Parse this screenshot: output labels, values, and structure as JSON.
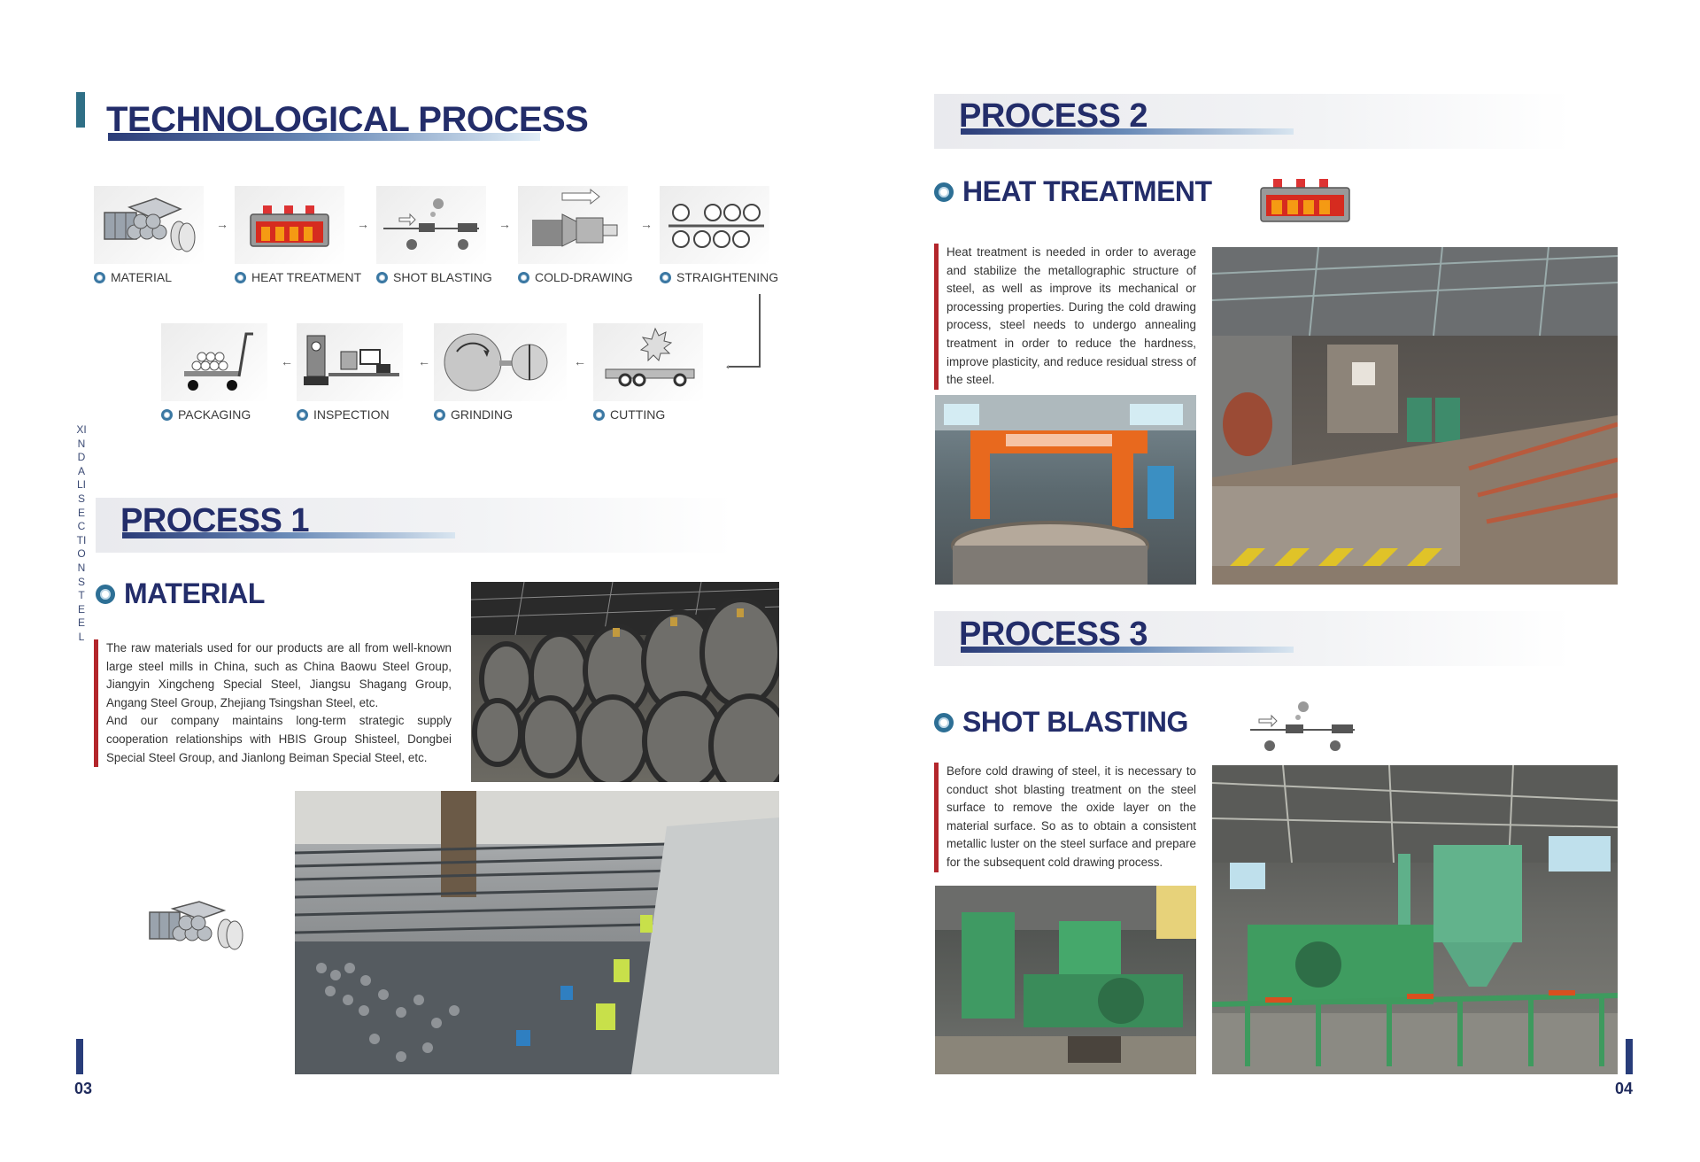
{
  "left_page": {
    "title": "TECHNOLOGICAL PROCESS",
    "flow_steps": [
      {
        "label": "MATERIAL",
        "icon": "steel-bars-icon"
      },
      {
        "label": "HEAT TREATMENT",
        "icon": "furnace-icon"
      },
      {
        "label": "SHOT BLASTING",
        "icon": "shot-blasting-icon"
      },
      {
        "label": "COLD-DRAWING",
        "icon": "cold-drawing-icon"
      },
      {
        "label": "STRAIGHTENING",
        "icon": "straightening-rollers-icon"
      },
      {
        "label": "CUTTING",
        "icon": "cutting-saw-icon"
      },
      {
        "label": "GRINDING",
        "icon": "grinding-wheels-icon"
      },
      {
        "label": "INSPECTION",
        "icon": "inspection-equipment-icon"
      },
      {
        "label": "PACKAGING",
        "icon": "packaging-cart-icon"
      }
    ],
    "side_label": "XINDALI SECTION STEEL",
    "process1": {
      "banner": "PROCESS 1",
      "heading": "MATERIAL",
      "paragraph1": "The raw materials used for our products are all from well-known large steel mills in China, such as China Baowu Steel Group, Jiangyin Xingcheng Special Steel, Jiangsu Shagang Group, Angang Steel Group, Zhejiang Tsingshan Steel, etc.",
      "paragraph2": "And our company maintains long-term strategic supply cooperation relationships with HBIS Group Shisteel, Dongbei Special Steel Group, and Jianlong Beiman Special Steel, etc."
    },
    "page_number": "03"
  },
  "right_page": {
    "process2": {
      "banner": "PROCESS 2",
      "heading": "HEAT TREATMENT",
      "paragraph": "Heat treatment is needed in order to average and stabilize the metallographic structure of steel, as well as improve its mechanical or processing properties. During the cold drawing process, steel needs to undergo annealing treatment in order to reduce the hardness, improve plasticity, and reduce residual stress of the steel."
    },
    "process3": {
      "banner": "PROCESS 3",
      "heading": "SHOT BLASTING",
      "paragraph": "Before cold drawing of steel, it is necessary to conduct shot blasting treatment on the steel surface to remove the oxide layer on the material surface. So as to obtain a consistent metallic luster on the steel surface and prepare for the subsequent cold drawing process."
    },
    "page_number": "04"
  },
  "colors": {
    "title_navy": "#232d6a",
    "accent_teal": "#2f6f86",
    "accent_red": "#b3262b"
  }
}
